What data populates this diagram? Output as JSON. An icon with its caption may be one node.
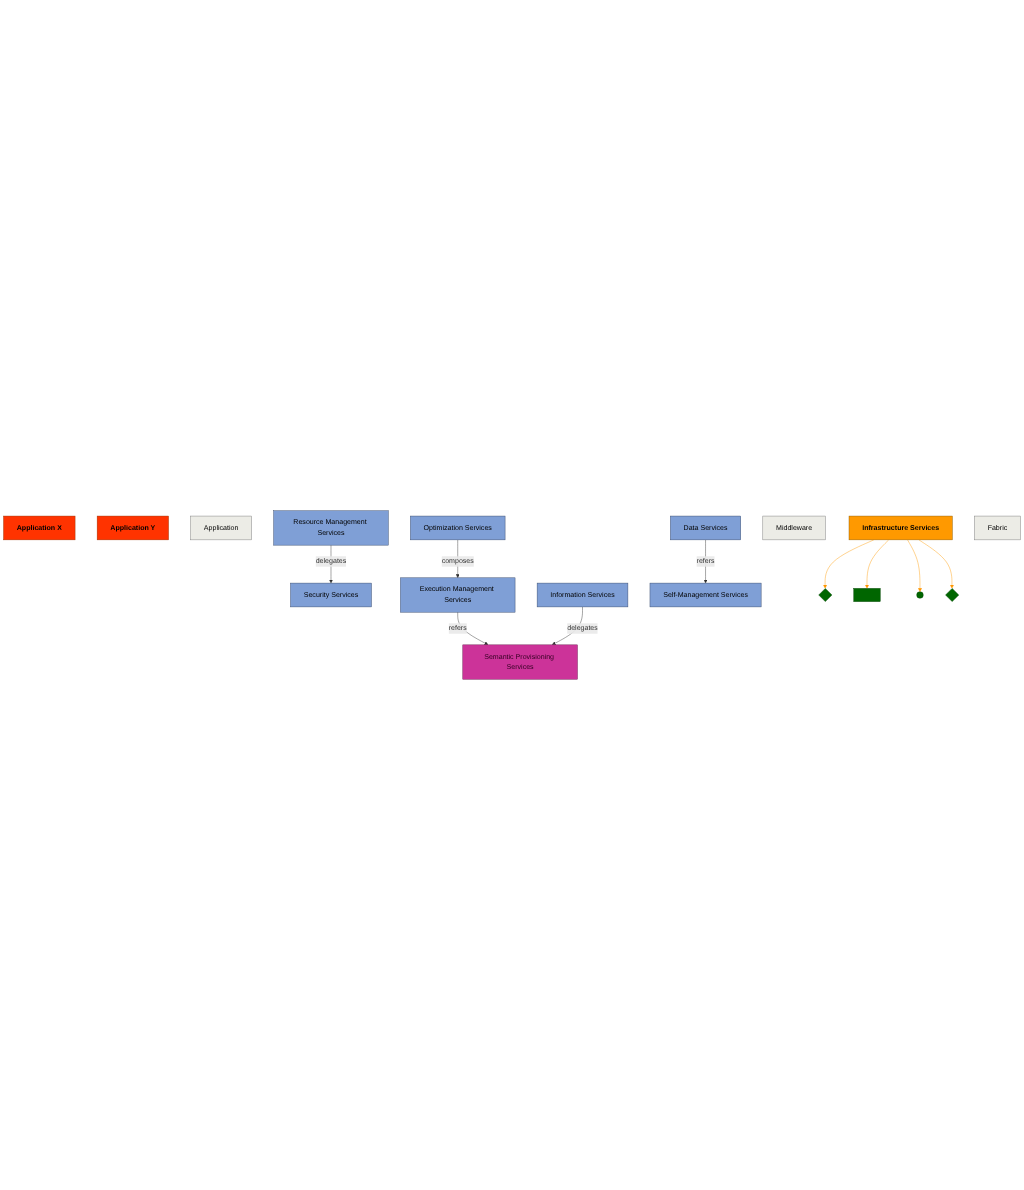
{
  "diagram": {
    "nodes": [
      {
        "text": [
          "Application X"
        ]
      },
      {
        "text": [
          "Application Y"
        ]
      },
      {
        "text": [
          "Application"
        ]
      },
      {
        "text": [
          "Security Services"
        ]
      },
      {
        "text": [
          "Optimization Services"
        ]
      },
      {
        "text": [
          "Execution Management Services"
        ]
      },
      {
        "text": [
          "Resource Management Services"
        ]
      },
      {
        "text": [
          "Data Services"
        ]
      },
      {
        "text": [
          "Semantic Provisioning Services"
        ]
      },
      {
        "text": [
          "Information Services"
        ]
      },
      {
        "text": [
          "Self-Management Services"
        ]
      },
      {
        "text": [
          "Middleware"
        ]
      },
      {
        "text": [
          "Infrastructure Services"
        ]
      },
      {
        "text": [
          "Fabric"
        ]
      },
      {
        "text": [],
        "shape": "diamond"
      },
      {
        "text": [],
        "shape": "box"
      },
      {
        "text": [],
        "shape": "circle"
      },
      {
        "text": [],
        "shape": "diamond"
      }
    ],
    "edges": [
      {
        "from": 6,
        "to": 3,
        "arrow": "to",
        "label": "delegates"
      },
      {
        "from": 4,
        "to": 5,
        "arrow": "to",
        "label": "composes"
      },
      {
        "from": 5,
        "to": 8,
        "arrow": "to",
        "label": "refers"
      },
      {
        "from": 7,
        "to": 10,
        "arrow": "to",
        "label": "refers"
      },
      {
        "from": 9,
        "to": 8,
        "arrow": "to",
        "label": "delegates"
      },
      {
        "from": 12,
        "to": 14,
        "arrow": "to",
        "color": "#ff9900"
      },
      {
        "from": 12,
        "to": 15,
        "arrow": "to",
        "color": "#ff9900"
      },
      {
        "from": 12,
        "to": 16,
        "arrow": "to",
        "color": "#ff9900"
      },
      {
        "from": 12,
        "to": 17,
        "arrow": "to",
        "color": "#ff9900"
      }
    ]
  }
}
